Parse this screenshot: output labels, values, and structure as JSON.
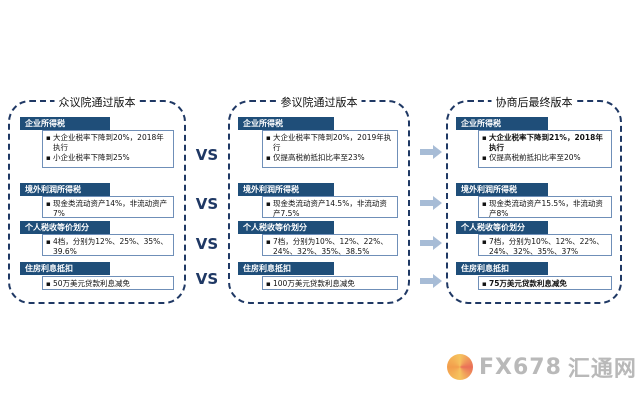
{
  "panels": [
    {
      "title": "众议院通过版本",
      "sections": [
        {
          "header": "企业所得税",
          "lines": [
            "大企业税率下降到20%，2018年执行",
            "小企业税率下降到25%"
          ]
        },
        {
          "header": "境外利润所得税",
          "lines": [
            "现金类流动资产14%，非流动资产7%"
          ]
        },
        {
          "header": "个人税收等价划分",
          "lines": [
            "4档，分别为12%、25%、35%、39.6%"
          ]
        },
        {
          "header": "住房利息抵扣",
          "lines": [
            "50万美元贷款利息减免"
          ]
        }
      ]
    },
    {
      "title": "参议院通过版本",
      "sections": [
        {
          "header": "企业所得税",
          "lines": [
            "大企业税率下降到20%，2019年执行",
            "仅提高税前抵扣比率至23%"
          ]
        },
        {
          "header": "境外利润所得税",
          "lines": [
            "现金类流动资产14.5%，非流动资产7.5%"
          ]
        },
        {
          "header": "个人税收等价划分",
          "lines": [
            "7档，分别为10%、12%、22%、24%、32%、35%、38.5%"
          ]
        },
        {
          "header": "住房利息抵扣",
          "lines": [
            "100万美元贷款利息减免"
          ]
        }
      ]
    },
    {
      "title": "协商后最终版本",
      "sections": [
        {
          "header": "企业所得税",
          "lines": [
            "大企业税率下降到21%，2018年执行",
            "仅提高税前抵扣比率至20%"
          ]
        },
        {
          "header": "境外利润所得税",
          "lines": [
            "现金类流动资产15.5%，非流动资产8%"
          ]
        },
        {
          "header": "个人税收等价划分",
          "lines": [
            "7档，分别为10%、12%、22%、24%、32%、35%、37%"
          ]
        },
        {
          "header": "住房利息抵扣",
          "lines": [
            "75万美元贷款利息减免"
          ]
        }
      ]
    }
  ],
  "vs_label": "VS",
  "watermark": {
    "brand": "FX678",
    "suffix": "汇通网"
  },
  "colors": {
    "header_bg": "#1f4e79",
    "border": "#1f3864",
    "arrow": "#a7bcd6"
  }
}
